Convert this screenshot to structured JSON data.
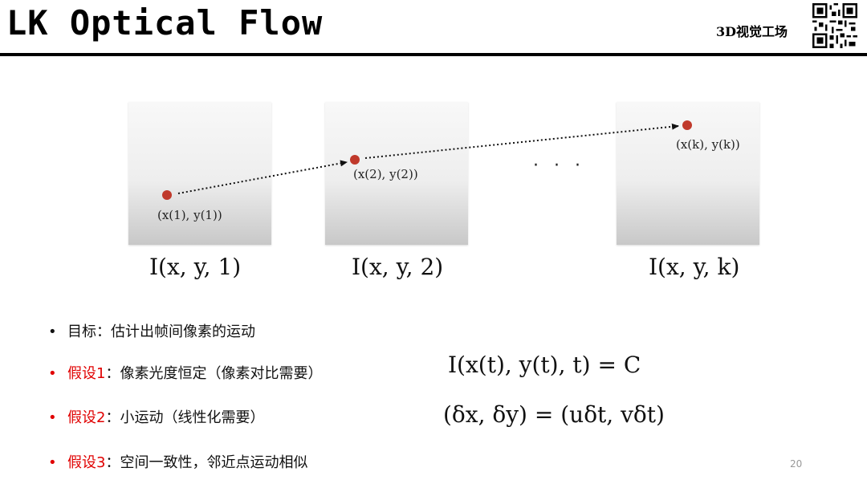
{
  "slide": {
    "title": "LK Optical Flow",
    "brand": "3D视觉工场",
    "page_number": "20",
    "accent_color": "#e00000",
    "point_color": "#c0392b"
  },
  "frames": [
    {
      "point_label": "(x(1), y(1))",
      "caption": "I(x, y, 1)"
    },
    {
      "point_label": "(x(2), y(2))",
      "caption": "I(x, y, 2)"
    },
    {
      "point_label": "(x(k), y(k))",
      "caption": "I(x, y, k)"
    }
  ],
  "ellipsis": "· · ·",
  "bullets": [
    {
      "lead": "目标",
      "text": "：估计出帧间像素的运动",
      "highlight": false
    },
    {
      "lead": "假设1",
      "text": "：像素光度恒定（像素对比需要）",
      "highlight": true
    },
    {
      "lead": "假设2",
      "text": "：小运动（线性化需要）",
      "highlight": true
    },
    {
      "lead": "假设3",
      "text": "：空间一致性，邻近点运动相似",
      "highlight": true
    }
  ],
  "equations": [
    "I(x(t), y(t), t) = C",
    "(δx, δy) = (uδt, vδt)"
  ]
}
